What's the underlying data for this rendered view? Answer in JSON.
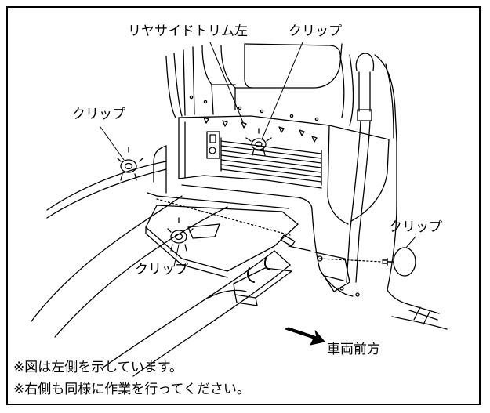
{
  "labels": {
    "rear_side_trim_left": "リヤサイドトリム左",
    "clip_top": "クリップ",
    "clip_left": "クリップ",
    "clip_right": "クリップ",
    "clip_bottom": "クリップ",
    "vehicle_front": "車両前方"
  },
  "notes": [
    "※図は左側を示しています。",
    "※右側も同様に作業を行ってください。"
  ],
  "colors": {
    "line": "#000000",
    "background": "#ffffff"
  }
}
